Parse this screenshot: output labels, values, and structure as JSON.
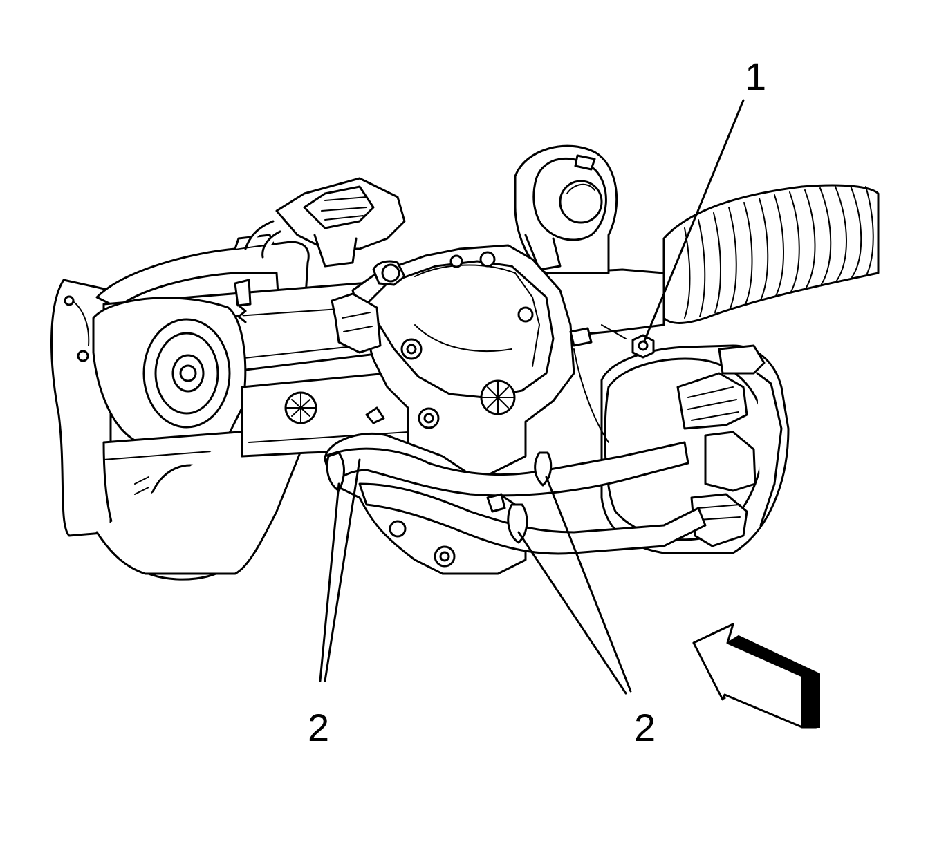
{
  "callouts": {
    "one": "1",
    "two_left": "2",
    "two_right": "2"
  },
  "icons": {
    "view_arrow": "view-direction-arrow-icon"
  },
  "colors": {
    "line": "#000000",
    "background": "#ffffff"
  }
}
